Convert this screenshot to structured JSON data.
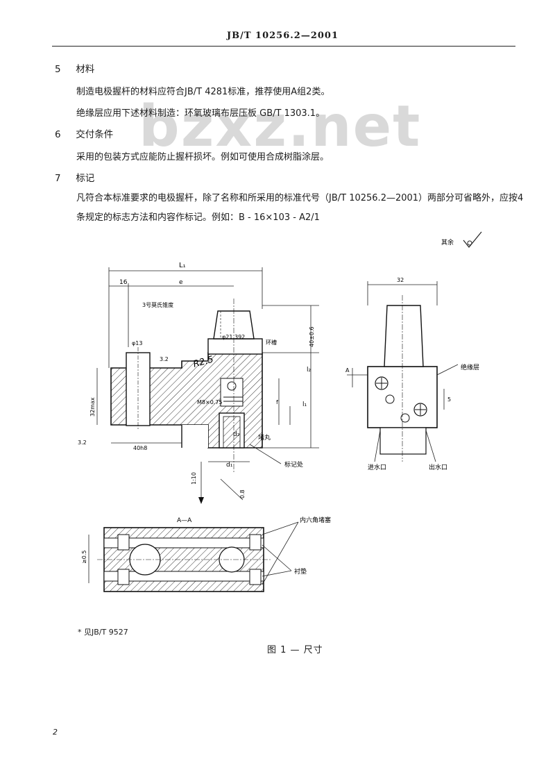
{
  "header": "JB/T 10256.2—2001",
  "watermark": "bzxz.net",
  "sections": [
    {
      "num": "5",
      "title": "材料"
    },
    {
      "num": "6",
      "title": "交付条件"
    },
    {
      "num": "7",
      "title": "标记"
    }
  ],
  "paragraphs": {
    "p5a": "制造电极握杆的材料应符合JB/T 4281标准，推荐使用A组2类。",
    "p5b": "绝缘层应用下述材料制造：环氧玻璃布层压板 GB/T 1303.1。",
    "p6": "采用的包装方式应能防止握杆损坏。例如可使用合成树脂涂层。",
    "p7": "凡符合本标准要求的电极握杆，除了名称和所采用的标准代号（JB/T 10256.2—2001）两部分可省略外，应按4条规定的标志方法和内容作标记。例如：B - 16×103 - A2/1"
  },
  "drawing": {
    "roughness_label": "其余",
    "dims": {
      "L1": "L₁",
      "sixteen": "16",
      "e": "e",
      "thread_note": "3号莫氏锥度",
      "d13": "φ13",
      "d21": "φ21.392",
      "ring_groove": "环槽",
      "r25": "R2.5",
      "r32": "3.2",
      "m8": "M8×0.75",
      "dim_32": "32",
      "l2": "l₂",
      "l1": "l₁",
      "h40": "40±0.6",
      "h32max": "32max",
      "f": "f",
      "w40": "40h8",
      "d1": "d₁",
      "d2": "d₂",
      "plug": "堵丸",
      "mark_place": "标记处",
      "datum": "1:10",
      "tol": "0.8",
      "width32": "32",
      "a_label": "A",
      "insulation": "绝缘层",
      "inlet": "进水口",
      "outlet": "出水口",
      "five": "5",
      "section_aa": "A—A",
      "hex_plug": "内六角堵塞",
      "seal": "衬垫",
      "dim_left": "≥0.5"
    }
  },
  "footnote": "* 见JB/T 9527",
  "caption": "图 1 — 尺寸",
  "page_number": "2"
}
